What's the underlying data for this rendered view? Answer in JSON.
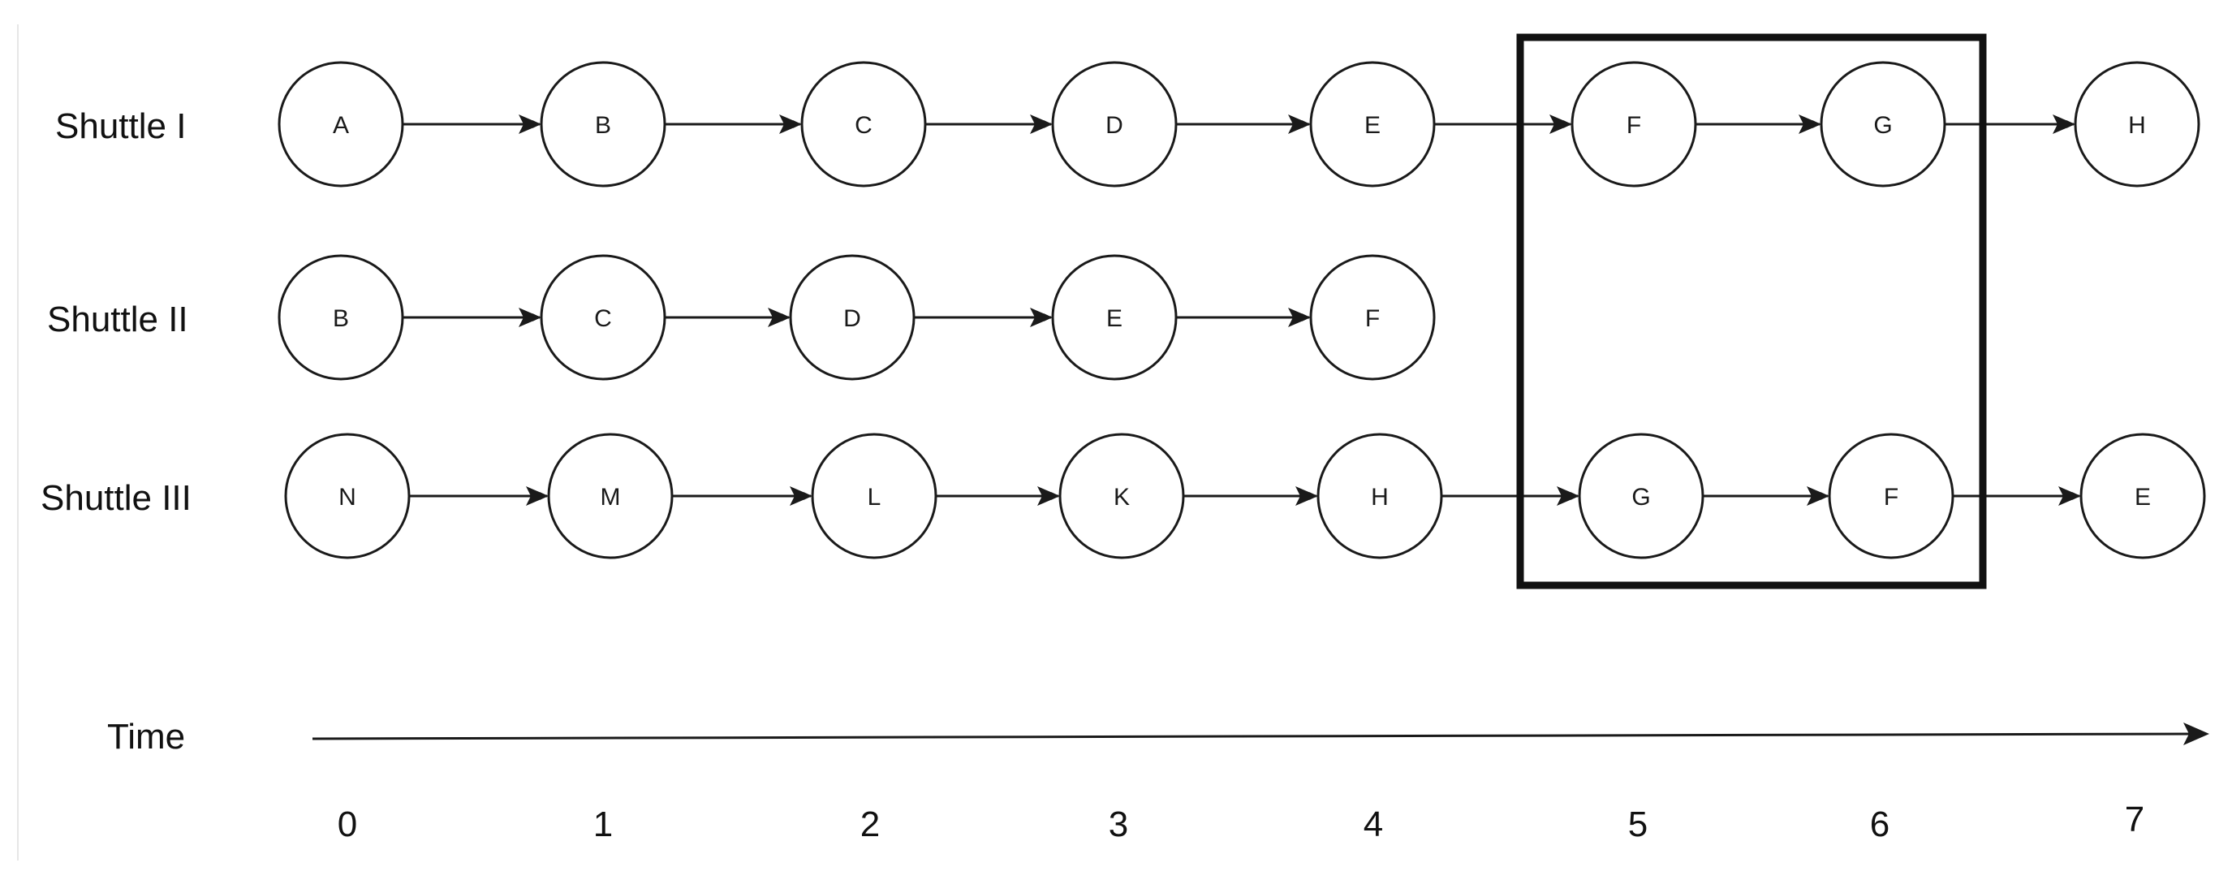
{
  "rows": [
    {
      "label": "Shuttle I",
      "nodes": [
        {
          "t": 0,
          "label": "A"
        },
        {
          "t": 1,
          "label": "B"
        },
        {
          "t": 2,
          "label": "C"
        },
        {
          "t": 3,
          "label": "D"
        },
        {
          "t": 4,
          "label": "E"
        },
        {
          "t": 5,
          "label": "F"
        },
        {
          "t": 6,
          "label": "G"
        },
        {
          "t": 7,
          "label": "H"
        }
      ]
    },
    {
      "label": "Shuttle II",
      "nodes": [
        {
          "t": 0,
          "label": "B"
        },
        {
          "t": 1,
          "label": "C"
        },
        {
          "t": 2,
          "label": "D"
        },
        {
          "t": 3,
          "label": "E"
        },
        {
          "t": 4,
          "label": "F"
        }
      ]
    },
    {
      "label": "Shuttle III",
      "nodes": [
        {
          "t": 0,
          "label": "N"
        },
        {
          "t": 1,
          "label": "M"
        },
        {
          "t": 2,
          "label": "L"
        },
        {
          "t": 3,
          "label": "K"
        },
        {
          "t": 4,
          "label": "H"
        },
        {
          "t": 5,
          "label": "G"
        },
        {
          "t": 6,
          "label": "F"
        },
        {
          "t": 7,
          "label": "E"
        }
      ]
    }
  ],
  "time_axis": {
    "label": "Time",
    "ticks": [
      "0",
      "1",
      "2",
      "3",
      "4",
      "5",
      "6",
      "7"
    ]
  },
  "highlight": {
    "from_t": 5,
    "to_t": 6
  },
  "colors": {
    "stroke": "#1a1a1a",
    "background": "#ffffff"
  }
}
